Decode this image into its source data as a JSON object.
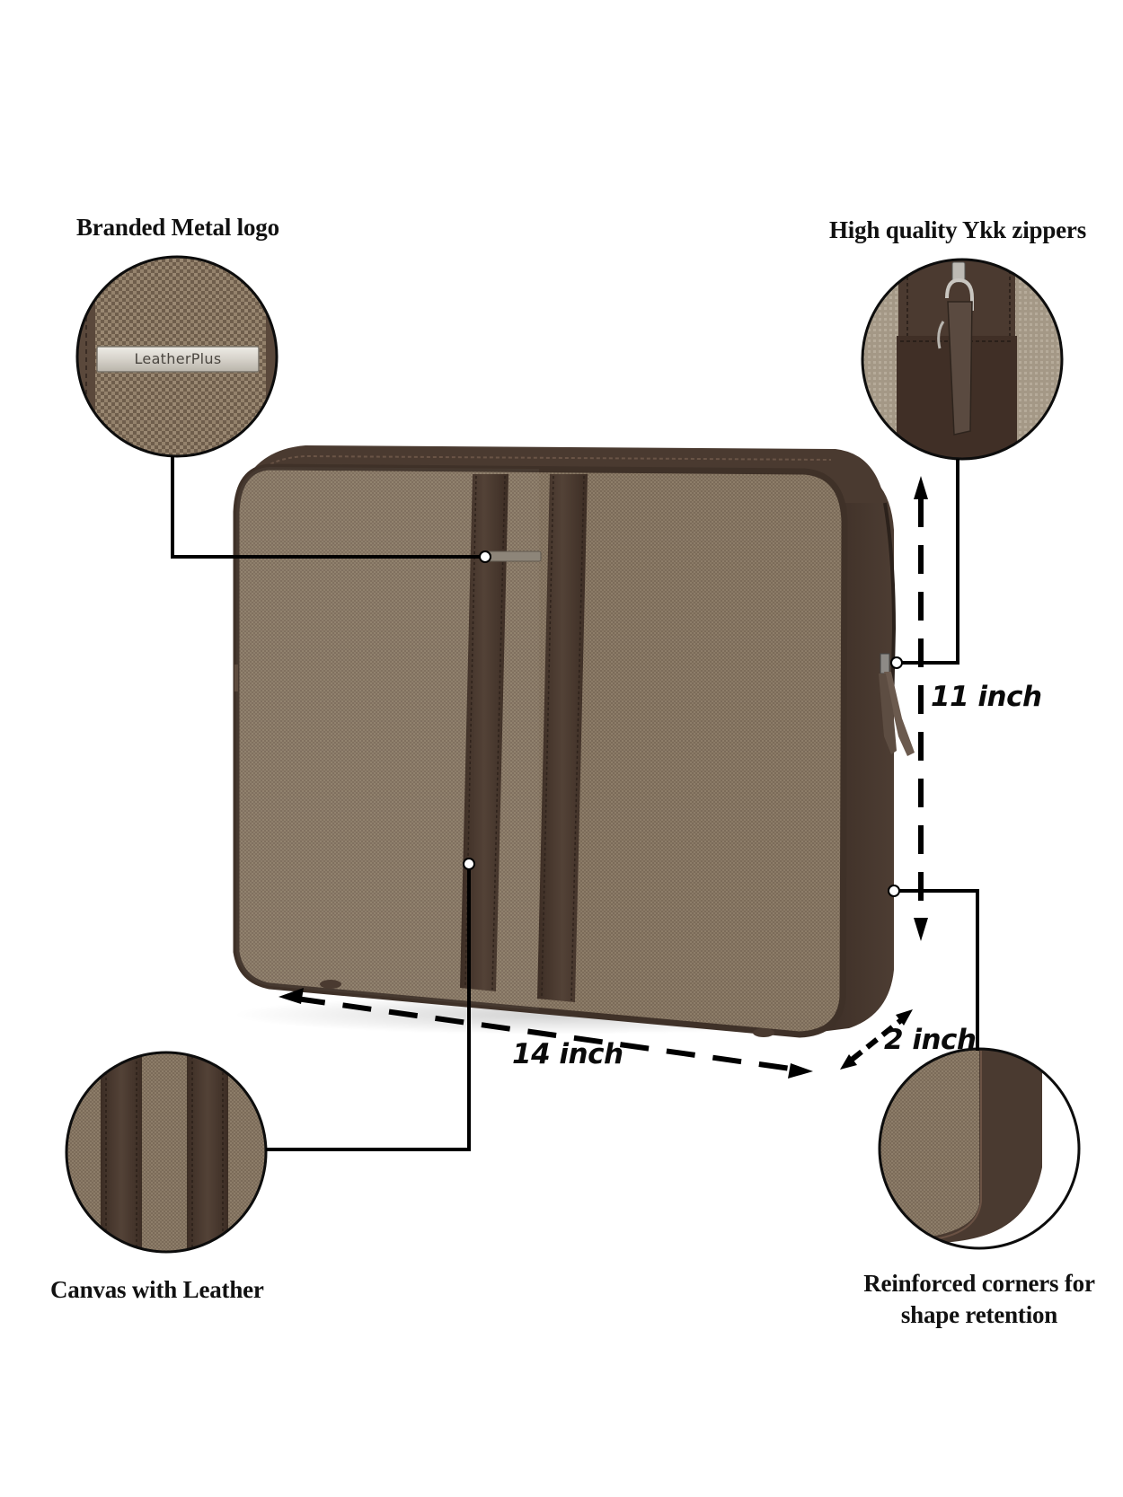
{
  "product": {
    "brand_badge_text": "LeatherPlus",
    "colors": {
      "canvas": "#7a6a58",
      "canvas_light": "#8b7b67",
      "leather": "#4a3a30",
      "leather_dark": "#3a2c24",
      "metal": "#d8d4cc",
      "line": "#000000"
    }
  },
  "callouts": [
    {
      "id": "metal-logo",
      "label": "Branded Metal logo"
    },
    {
      "id": "zippers",
      "label": "High quality Ykk zippers"
    },
    {
      "id": "canvas-leather",
      "label": "Canvas with Leather"
    },
    {
      "id": "corners",
      "label_line1": "Reinforced corners for",
      "label_line2": "shape retention"
    }
  ],
  "dimensions": {
    "width": "14 inch",
    "height": "11 inch",
    "depth": "2 inch"
  }
}
